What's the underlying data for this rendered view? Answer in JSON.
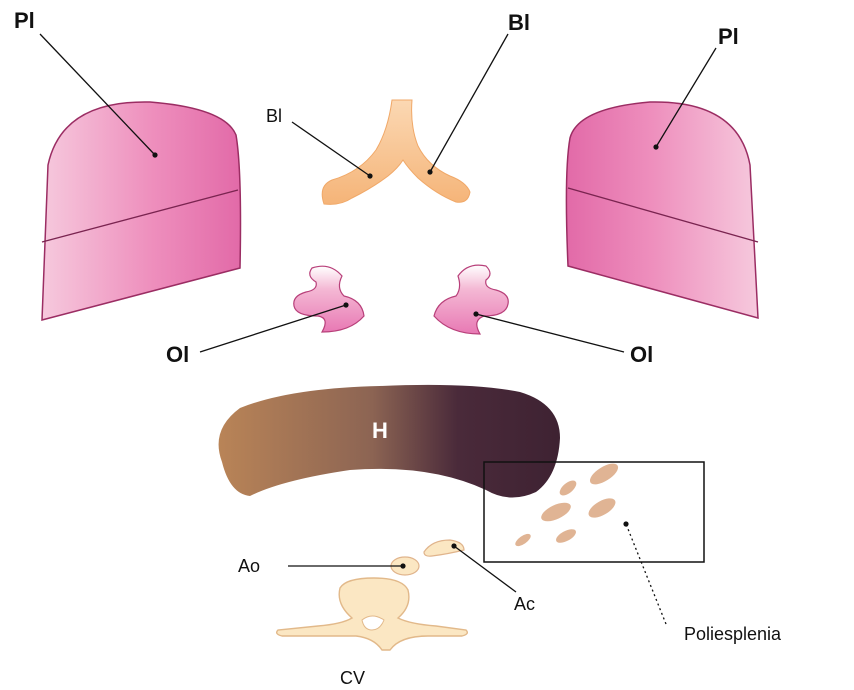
{
  "labels": {
    "lung_left": "Pl",
    "lung_right": "Pl",
    "bronchus_right_top": "Bl",
    "bronchus_left": "Bl",
    "atrium_left": "Ol",
    "atrium_right": "Ol",
    "liver": "H",
    "aorta": "Ao",
    "azygos": "Ac",
    "vertebra": "CV",
    "spleens": "Poliesplenia"
  },
  "colors": {
    "lung_light": "#f3b8d3",
    "lung_dark": "#e561a6",
    "lung_outline": "#9b2d63",
    "bronchus": "#f7c08b",
    "liver_left": "#b07a52",
    "liver_right": "#4a2a3a",
    "spleen": "#e0b494",
    "vertebra": "#fbe7c3"
  }
}
